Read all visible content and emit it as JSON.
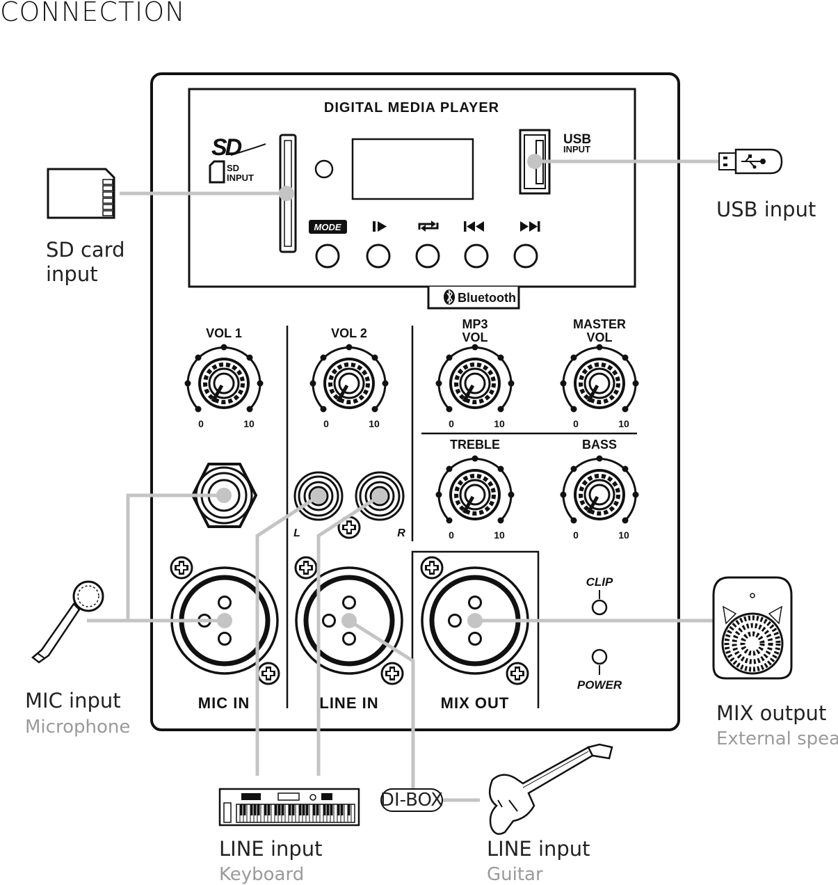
{
  "title": "CONNECTION",
  "panel": {
    "media_player_title": "DIGITAL MEDIA PLAYER",
    "sd_logo": "SD",
    "sd_label_line1": "SD",
    "sd_label_line2": "INPUT",
    "usb_label_line1": "USB",
    "usb_label_line2": "INPUT",
    "mode_button": "MODE",
    "bluetooth_label": "Bluetooth",
    "knobs": {
      "vol1": "VOL 1",
      "vol2": "VOL 2",
      "mp3_line1": "MP3",
      "mp3_line2": "VOL",
      "master_line1": "MASTER",
      "master_line2": "VOL",
      "treble": "TREBLE",
      "bass": "BASS",
      "scale_min": "0",
      "scale_max": "10"
    },
    "rca_left": "L",
    "rca_right": "R",
    "mic_in": "MIC IN",
    "line_in": "LINE IN",
    "mix_out": "MIX OUT",
    "clip": "CLIP",
    "power": "POWER"
  },
  "callouts": {
    "sd_line1": "SD card",
    "sd_line2": "input",
    "usb": "USB input",
    "mic": "MIC input",
    "mic_sub": "Microphone",
    "mix": "MIX output",
    "mix_sub": "External speaker",
    "line_keyboard": "LINE input",
    "line_keyboard_sub": "Keyboard",
    "line_guitar": "LINE input",
    "line_guitar_sub": "Guitar",
    "dibox": "DI-BOX"
  }
}
